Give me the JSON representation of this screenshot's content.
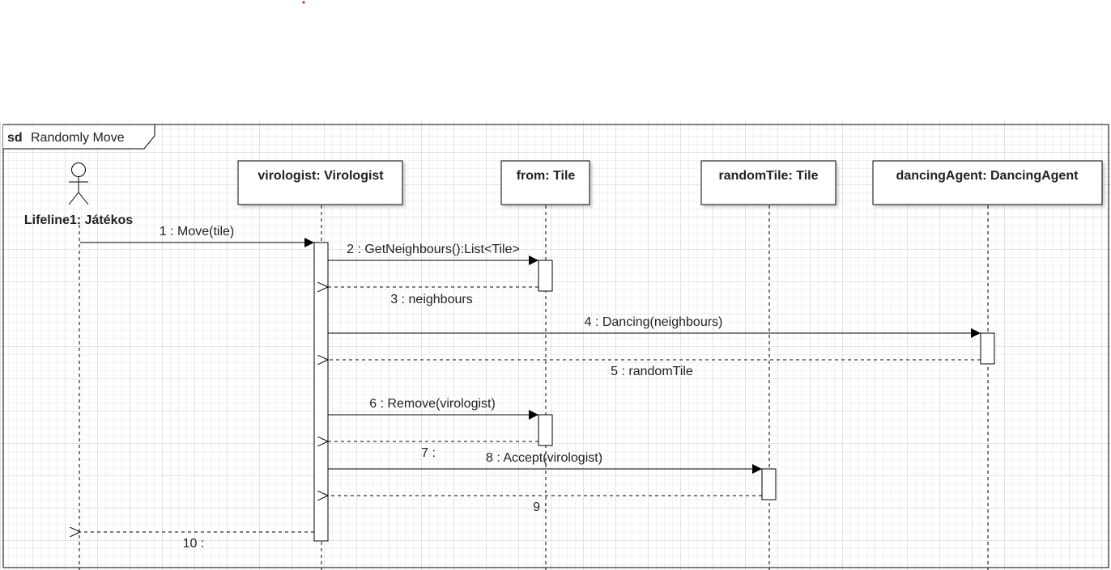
{
  "frame": {
    "keyword": "sd",
    "title": "Randomly Move"
  },
  "actor": {
    "label": "Lifeline1: Játékos"
  },
  "lifelines": [
    {
      "id": "virologist",
      "label": "virologist: Virologist"
    },
    {
      "id": "from",
      "label": "from: Tile"
    },
    {
      "id": "randomTile",
      "label": "randomTile: Tile"
    },
    {
      "id": "dancingAgent",
      "label": "dancingAgent: DancingAgent"
    }
  ],
  "messages": [
    {
      "label": "1 : Move(tile)",
      "kind": "sync"
    },
    {
      "label": "2 : GetNeighbours():List<Tile>",
      "kind": "sync"
    },
    {
      "label": "3 : neighbours",
      "kind": "return"
    },
    {
      "label": "4 : Dancing(neighbours)",
      "kind": "sync"
    },
    {
      "label": "5 : randomTile",
      "kind": "return"
    },
    {
      "label": "6 : Remove(virologist)",
      "kind": "sync"
    },
    {
      "label": "7 :",
      "kind": "return"
    },
    {
      "label": "8 : Accept(virologist)",
      "kind": "sync"
    },
    {
      "label": "9 :",
      "kind": "return"
    },
    {
      "label": "10 :",
      "kind": "return"
    }
  ],
  "colors": {
    "line": "#000000",
    "text": "#222222",
    "marker": "#cc3333"
  }
}
